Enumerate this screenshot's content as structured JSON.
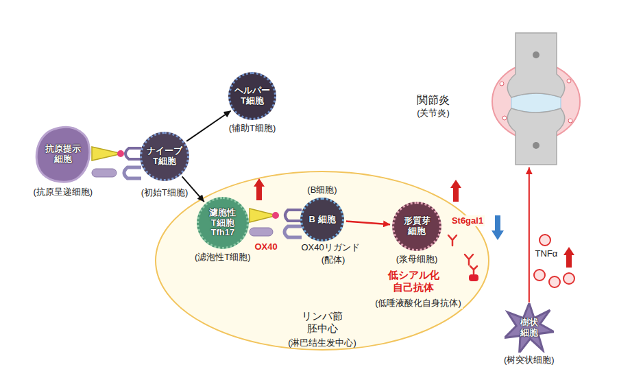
{
  "diagram": {
    "nodes": [
      {
        "text": [
          "抗原提示 細胞",
          "(抗原呈递细胞)"
        ]
      },
      {
        "text": [
          "ナイーブ T細胞",
          "(初始T细胞)"
        ]
      },
      {
        "text": [
          "ヘルパー T細胞",
          "(辅助T细胞)"
        ]
      },
      {
        "text": [
          "リンパ節 胚中心",
          "(淋巴结生发中心)"
        ]
      },
      {
        "text": [
          "濾胞性 T細胞 Tfh17",
          "(滤泡性T细胞)"
        ],
        "in": 3
      },
      {
        "text": [
          "B 細胞",
          "(B细胞)"
        ],
        "in": 3
      },
      {
        "text": [
          "形質芽 細胞",
          "(浆母细胞)"
        ],
        "in": 3
      },
      {
        "text": [
          "関節炎",
          "(关节炎)"
        ]
      },
      {
        "text": [
          "樹状 細胞",
          "(树突状细胞)"
        ]
      }
    ],
    "edges": [
      {
        "from": 1,
        "to": 2,
        "arrow": "to"
      },
      {
        "from": 1,
        "to": 4,
        "arrow": "to"
      },
      {
        "from": 5,
        "to": 6,
        "arrow": "to"
      },
      {
        "from": 8,
        "to": 7,
        "arrow": "to"
      }
    ],
    "labels": [
      "OX40",
      "OX40リガンド",
      "(配体)",
      "St6gal1",
      "低シアル化 自己抗体",
      "(低唾液酸化自身抗体)",
      "TNFα"
    ]
  }
}
